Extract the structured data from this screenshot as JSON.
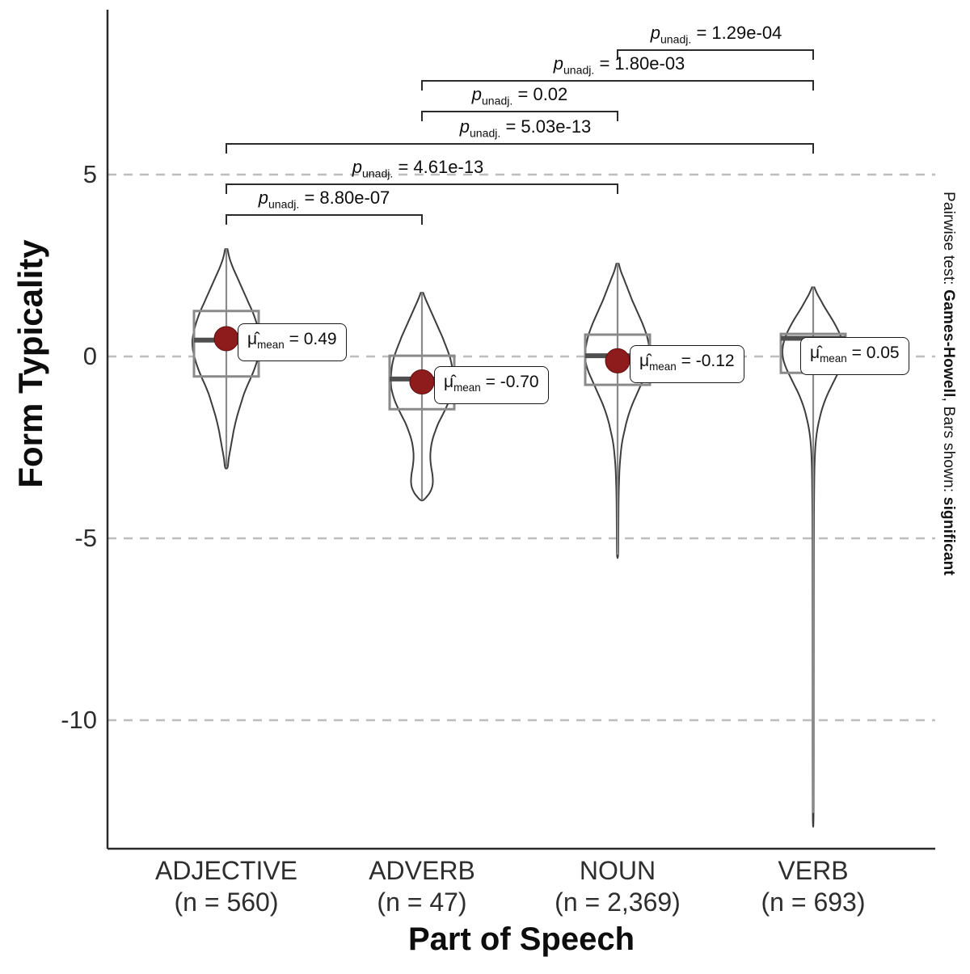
{
  "chart_data": {
    "type": "violin",
    "xlabel": "Part of Speech",
    "ylabel": "Form Typicality",
    "ylim": [
      -13.6,
      9.4
    ],
    "yticks": [
      5,
      0,
      -5,
      -10
    ],
    "ytick_labels": [
      "5",
      "0",
      "-5",
      "-10"
    ],
    "grid": "horizontal-dashed",
    "legend": "none",
    "caption": {
      "prefix": "Pairwise test: ",
      "test_name": "Games-Howell",
      "middle": ", Bars shown: ",
      "bars_shown": "significant"
    },
    "categories": [
      {
        "label": "ADJECTIVE",
        "n_label": "(n = 560)",
        "n": 560,
        "mean": 0.49,
        "mean_annotation": {
          "mu": "μ̂",
          "sub": "mean",
          "value": "= 0.49"
        },
        "box": {
          "min": -3.05,
          "q1": -0.55,
          "median": 0.45,
          "q3": 1.25,
          "max": 2.95,
          "mean": 0.49
        },
        "density": [
          [
            2.95,
            1.5
          ],
          [
            2.7,
            4
          ],
          [
            2.45,
            8
          ],
          [
            2.2,
            13
          ],
          [
            1.95,
            18
          ],
          [
            1.7,
            23
          ],
          [
            1.45,
            28
          ],
          [
            1.2,
            33
          ],
          [
            0.95,
            37
          ],
          [
            0.7,
            40
          ],
          [
            0.45,
            42
          ],
          [
            0.2,
            41.5
          ],
          [
            -0.05,
            39
          ],
          [
            -0.3,
            35.5
          ],
          [
            -0.55,
            31
          ],
          [
            -0.8,
            26
          ],
          [
            -1.05,
            21.5
          ],
          [
            -1.3,
            18
          ],
          [
            -1.55,
            14.5
          ],
          [
            -1.8,
            11.5
          ],
          [
            -2.05,
            9
          ],
          [
            -2.3,
            7
          ],
          [
            -2.55,
            5
          ],
          [
            -2.8,
            3
          ],
          [
            -3.05,
            1.5
          ]
        ]
      },
      {
        "label": "ADVERB",
        "n_label": "(n = 47)",
        "n": 47,
        "mean": -0.7,
        "mean_annotation": {
          "mu": "μ̂",
          "sub": "mean",
          "value": "= -0.70"
        },
        "box": {
          "min": -3.95,
          "q1": -1.45,
          "median": -0.62,
          "q3": 0.02,
          "max": 1.75,
          "mean": -0.7
        },
        "density": [
          [
            1.75,
            1.5
          ],
          [
            1.55,
            5
          ],
          [
            1.35,
            9
          ],
          [
            1.15,
            13
          ],
          [
            0.95,
            17
          ],
          [
            0.75,
            21
          ],
          [
            0.55,
            25
          ],
          [
            0.35,
            28.5
          ],
          [
            0.15,
            32
          ],
          [
            -0.05,
            35
          ],
          [
            -0.25,
            37
          ],
          [
            -0.45,
            38
          ],
          [
            -0.65,
            38.5
          ],
          [
            -0.85,
            38
          ],
          [
            -1.05,
            36
          ],
          [
            -1.25,
            33
          ],
          [
            -1.45,
            29
          ],
          [
            -1.65,
            24.5
          ],
          [
            -1.85,
            20
          ],
          [
            -2.05,
            16.5
          ],
          [
            -2.25,
            13.5
          ],
          [
            -2.45,
            11.5
          ],
          [
            -2.65,
            10.5
          ],
          [
            -2.85,
            10.5
          ],
          [
            -3.05,
            11.5
          ],
          [
            -3.25,
            13
          ],
          [
            -3.45,
            13.5
          ],
          [
            -3.6,
            12.5
          ],
          [
            -3.75,
            9.5
          ],
          [
            -3.88,
            5
          ],
          [
            -3.95,
            1.5
          ]
        ]
      },
      {
        "label": "NOUN",
        "n_label": "(n = 2,369)",
        "n": 2369,
        "mean": -0.12,
        "mean_annotation": {
          "mu": "μ̂",
          "sub": "mean",
          "value": "= -0.12"
        },
        "box": {
          "min": -5.45,
          "q1": -0.78,
          "median": 0.02,
          "q3": 0.6,
          "max": 2.55,
          "mean": -0.12
        },
        "density": [
          [
            2.55,
            1.5
          ],
          [
            2.35,
            4
          ],
          [
            2.15,
            7.5
          ],
          [
            1.95,
            11
          ],
          [
            1.75,
            14.5
          ],
          [
            1.55,
            18
          ],
          [
            1.35,
            22
          ],
          [
            1.15,
            26
          ],
          [
            0.95,
            30
          ],
          [
            0.75,
            33.5
          ],
          [
            0.55,
            36.5
          ],
          [
            0.35,
            38.5
          ],
          [
            0.15,
            40
          ],
          [
            -0.05,
            40
          ],
          [
            -0.25,
            38.5
          ],
          [
            -0.45,
            35.5
          ],
          [
            -0.65,
            31.5
          ],
          [
            -0.85,
            27.5
          ],
          [
            -1.05,
            23.5
          ],
          [
            -1.25,
            19.5
          ],
          [
            -1.45,
            16
          ],
          [
            -1.65,
            13
          ],
          [
            -1.85,
            10.5
          ],
          [
            -2.05,
            8.5
          ],
          [
            -2.25,
            6.5
          ],
          [
            -2.45,
            5
          ],
          [
            -2.65,
            4
          ],
          [
            -2.9,
            3
          ],
          [
            -3.2,
            2.2
          ],
          [
            -3.6,
            1.6
          ],
          [
            -4.1,
            1.2
          ],
          [
            -4.7,
            1
          ],
          [
            -5.45,
            0.7
          ]
        ]
      },
      {
        "label": "VERB",
        "n_label": "(n = 693)",
        "n": 693,
        "mean": 0.05,
        "mean_annotation": {
          "mu": "μ̂",
          "sub": "mean",
          "value": "= 0.05"
        },
        "box": {
          "min": -12.55,
          "q1": -0.45,
          "median": 0.5,
          "q3": 0.62,
          "max": 1.9,
          "mean": 0.05
        },
        "density": [
          [
            1.9,
            1.5
          ],
          [
            1.72,
            5
          ],
          [
            1.54,
            9.5
          ],
          [
            1.36,
            14
          ],
          [
            1.18,
            19
          ],
          [
            1.0,
            24
          ],
          [
            0.82,
            28.5
          ],
          [
            0.64,
            32.5
          ],
          [
            0.46,
            35.5
          ],
          [
            0.28,
            37.5
          ],
          [
            0.1,
            38
          ],
          [
            -0.08,
            37
          ],
          [
            -0.26,
            34.5
          ],
          [
            -0.44,
            31
          ],
          [
            -0.62,
            27
          ],
          [
            -0.8,
            23
          ],
          [
            -0.98,
            19
          ],
          [
            -1.16,
            15.5
          ],
          [
            -1.34,
            12.5
          ],
          [
            -1.52,
            10
          ],
          [
            -1.7,
            8
          ],
          [
            -1.9,
            6
          ],
          [
            -2.1,
            4.5
          ],
          [
            -2.35,
            3.2
          ],
          [
            -2.65,
            2.3
          ],
          [
            -3.0,
            1.7
          ],
          [
            -3.5,
            1.3
          ],
          [
            -4.2,
            1
          ],
          [
            -5.2,
            0.8
          ],
          [
            -7.0,
            0.7
          ],
          [
            -9.5,
            0.6
          ],
          [
            -12.55,
            0.5
          ]
        ]
      }
    ],
    "comparisons": [
      {
        "groups": [
          "ADJECTIVE",
          "ADVERB"
        ],
        "idx": [
          0,
          1
        ],
        "p": "p",
        "sub": "unadj.",
        "value": "= 8.80e-07"
      },
      {
        "groups": [
          "ADJECTIVE",
          "NOUN"
        ],
        "idx": [
          0,
          2
        ],
        "p": "p",
        "sub": "unadj.",
        "value": "= 4.61e-13"
      },
      {
        "groups": [
          "ADJECTIVE",
          "VERB"
        ],
        "idx": [
          0,
          3
        ],
        "p": "p",
        "sub": "unadj.",
        "value": "= 5.03e-13"
      },
      {
        "groups": [
          "ADVERB",
          "NOUN"
        ],
        "idx": [
          1,
          2
        ],
        "p": "p",
        "sub": "unadj.",
        "value": "= 0.02"
      },
      {
        "groups": [
          "ADVERB",
          "VERB"
        ],
        "idx": [
          1,
          3
        ],
        "p": "p",
        "sub": "unadj.",
        "value": "= 1.80e-03"
      },
      {
        "groups": [
          "NOUN",
          "VERB"
        ],
        "idx": [
          2,
          3
        ],
        "p": "p",
        "sub": "unadj.",
        "value": "= 1.29e-04"
      }
    ],
    "colors": {
      "mean_point": "#8e1c1c",
      "mean_point_edge": "#5e0f0f",
      "violin_outline": "#3d3d3d",
      "box_outline": "#8a8a8a",
      "median": "#4f4f4f",
      "gridline": "#bdbdbd",
      "bracket": "#2b2b2b",
      "axis": "#2b2b2b",
      "label_box_border": "#1a1a1a"
    }
  }
}
